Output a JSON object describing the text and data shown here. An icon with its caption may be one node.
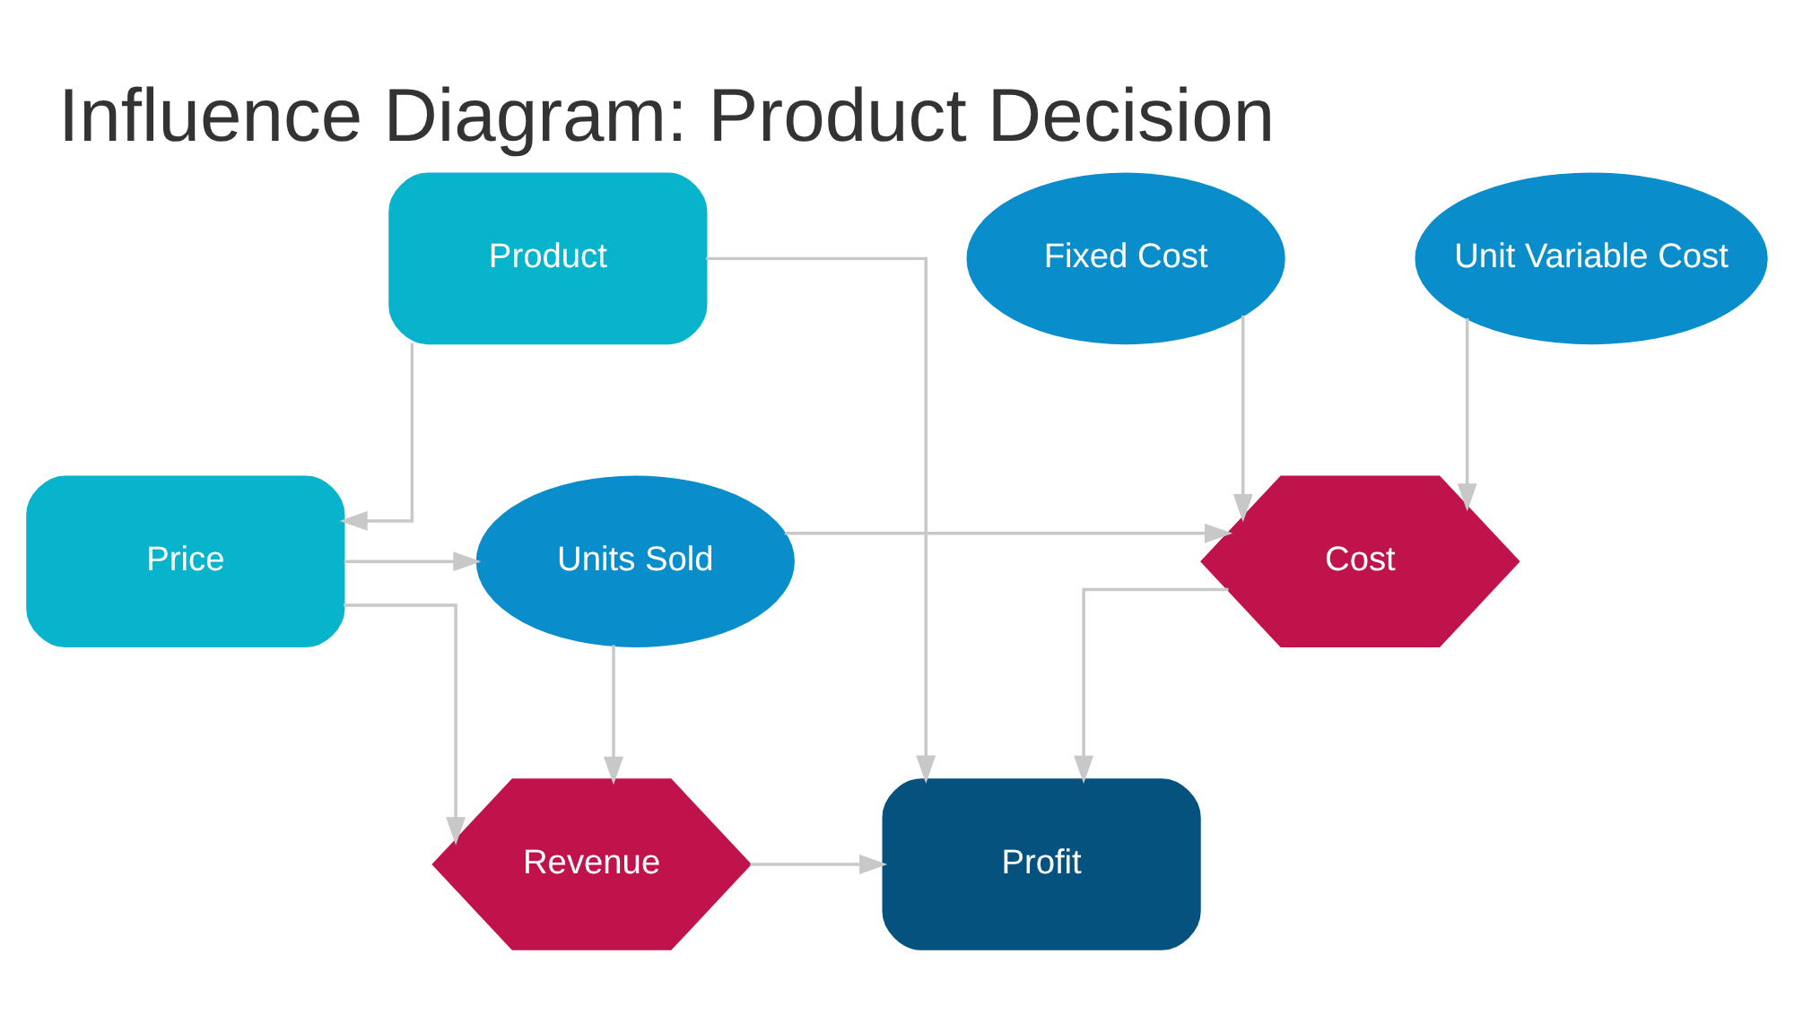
{
  "diagram": {
    "title": "Influence Diagram: Product Decision",
    "nodes": [
      {
        "text": [
          "Product"
        ]
      },
      {
        "text": [
          "Revenue"
        ]
      },
      {
        "text": [
          "Profit"
        ]
      },
      {
        "text": [
          "Price"
        ]
      },
      {
        "text": [
          "Units Sold"
        ]
      },
      {
        "text": [
          "Cost"
        ]
      },
      {
        "text": [
          "Fixed Cost"
        ]
      },
      {
        "text": [
          "Unit Variable Cost"
        ]
      }
    ],
    "edges": [
      {
        "from": 0,
        "to": 2,
        "arrow": "to"
      },
      {
        "from": 0,
        "to": 3,
        "arrow": "to"
      },
      {
        "from": 3,
        "to": 1,
        "arrow": "to"
      },
      {
        "from": 1,
        "to": 2,
        "arrow": "to"
      },
      {
        "from": 3,
        "to": 4,
        "arrow": "to"
      },
      {
        "from": 4,
        "to": 1,
        "arrow": "to"
      },
      {
        "from": 4,
        "to": 5,
        "arrow": "to"
      },
      {
        "from": 5,
        "to": 2,
        "arrow": "to"
      },
      {
        "from": 6,
        "to": 5,
        "arrow": "to"
      },
      {
        "from": 7,
        "to": 5,
        "arrow": "to"
      }
    ]
  }
}
